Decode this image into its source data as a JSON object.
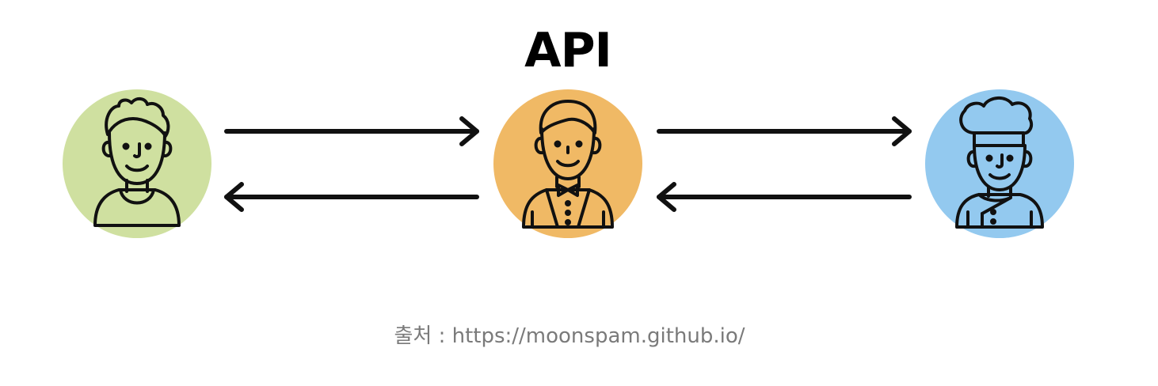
{
  "diagram": {
    "title": "API",
    "nodes": [
      {
        "id": "customer",
        "icon": "customer-icon",
        "color": "#cfe0a0"
      },
      {
        "id": "waiter",
        "icon": "waiter-icon",
        "color": "#f0b965"
      },
      {
        "id": "chef",
        "icon": "chef-icon",
        "color": "#93c9ef"
      }
    ],
    "arrows": [
      {
        "from": "customer",
        "to": "waiter",
        "direction": "right"
      },
      {
        "from": "waiter",
        "to": "customer",
        "direction": "left"
      },
      {
        "from": "waiter",
        "to": "chef",
        "direction": "right"
      },
      {
        "from": "chef",
        "to": "waiter",
        "direction": "left"
      }
    ],
    "line_color": "#111111"
  },
  "caption": "출처 : https://moonspam.github.io/"
}
